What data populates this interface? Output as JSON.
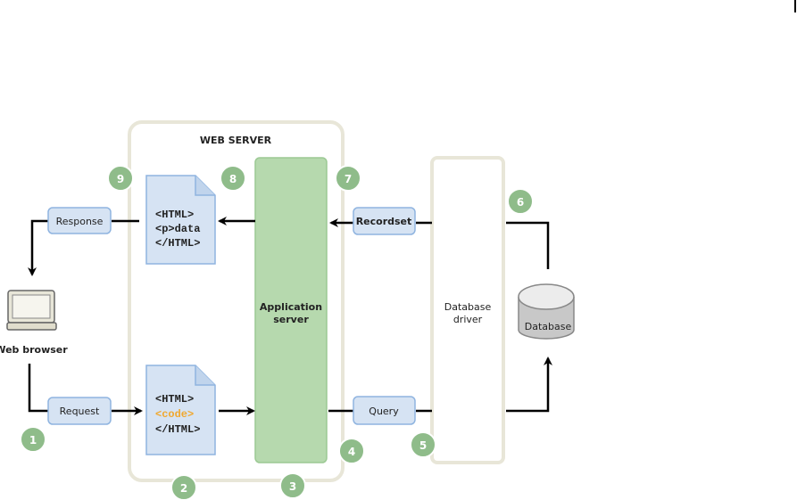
{
  "diagram": {
    "web_server_title": "WEB SERVER",
    "application_server": [
      "Application",
      "server"
    ],
    "database_driver": [
      "Database",
      "driver"
    ],
    "database": "Database",
    "web_browser": "Web browser",
    "labels": {
      "response": "Response",
      "request": "Request",
      "recordset": "Recordset",
      "query": "Query"
    },
    "response_doc": [
      "<HTML>",
      "<p>data",
      "</HTML>"
    ],
    "request_doc": [
      "<HTML>",
      "<code>",
      "</HTML>"
    ],
    "steps": [
      "1",
      "2",
      "3",
      "4",
      "5",
      "6",
      "7",
      "8",
      "9"
    ],
    "colors": {
      "badge": "#8fbc8a",
      "app_server_fill": "#b6d9ae",
      "label_fill": "#d6e3f3",
      "label_stroke": "#8fb4e0",
      "server_border": "#e8e6d8",
      "code_highlight": "#f0a830"
    }
  }
}
